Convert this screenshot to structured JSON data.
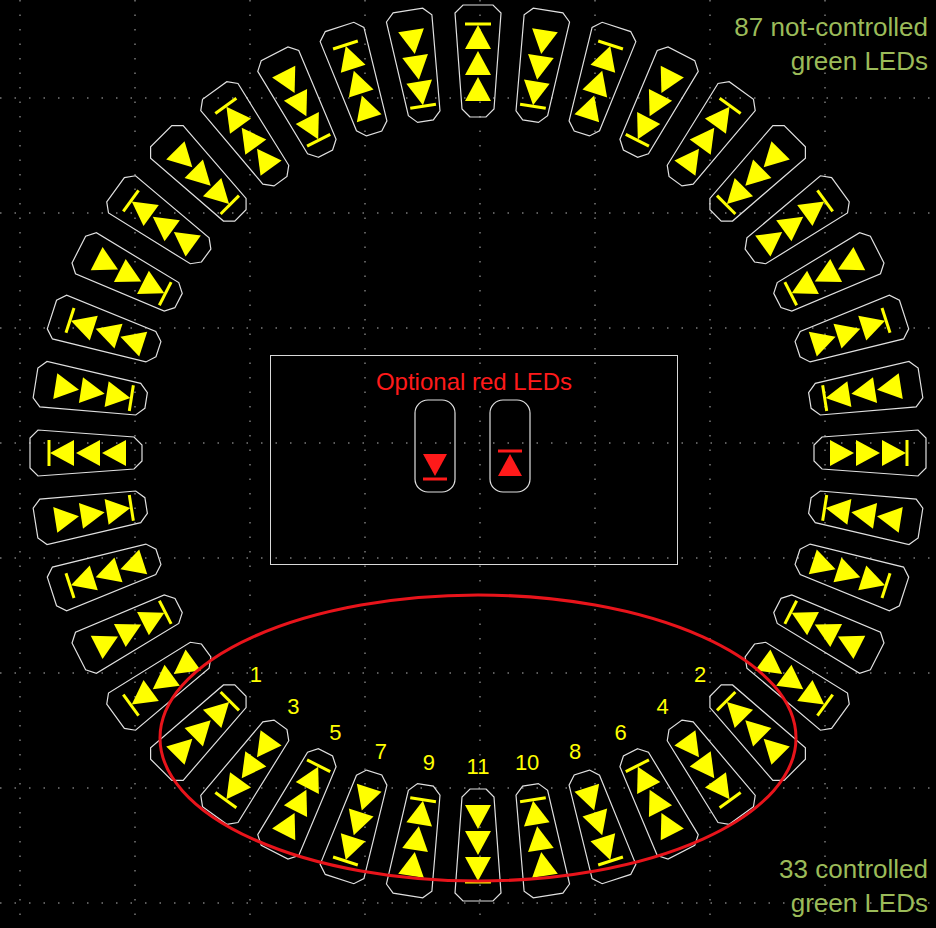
{
  "diagram": {
    "nodes": [
      {
        "text": [
          "Optional red LEDs"
        ]
      }
    ],
    "labels": [
      "87 not-controlled green LEDs",
      "1",
      "2",
      "3",
      "4",
      "5",
      "6",
      "7",
      "8",
      "9",
      "10",
      "11",
      "33 controlled green LEDs"
    ]
  }
}
